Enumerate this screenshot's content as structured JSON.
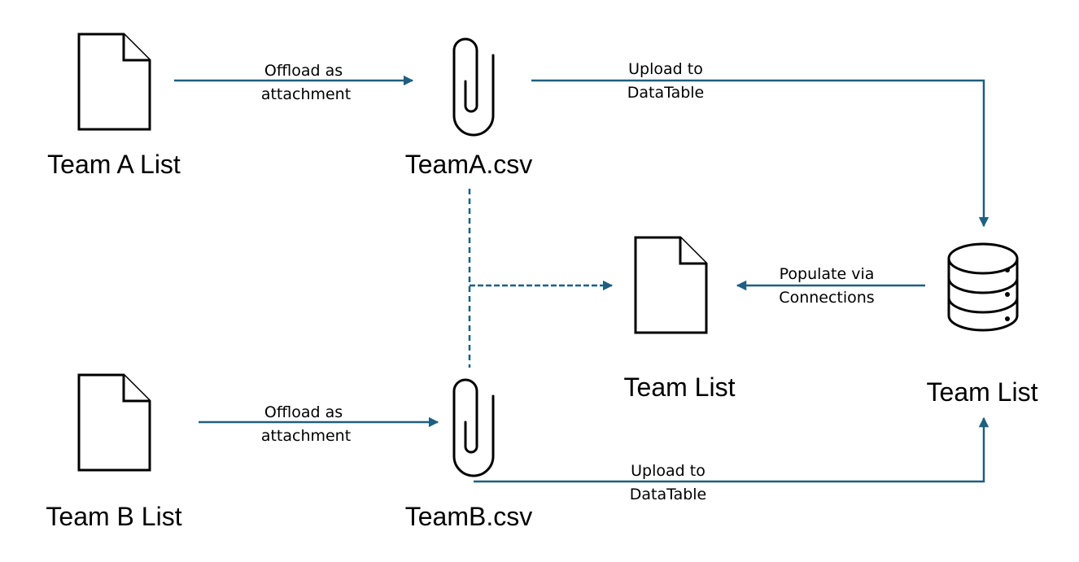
{
  "colors": {
    "connector": "#1f5f7f",
    "icon_stroke": "#000000",
    "background": "#ffffff"
  },
  "nodes": {
    "team_a_list": {
      "label": "Team A List",
      "icon": "document-icon"
    },
    "team_a_csv": {
      "label": "TeamA.csv",
      "icon": "paperclip-icon"
    },
    "team_b_list": {
      "label": "Team B List",
      "icon": "document-icon"
    },
    "team_b_csv": {
      "label": "TeamB.csv",
      "icon": "paperclip-icon"
    },
    "team_list_doc": {
      "label": "Team List",
      "icon": "document-icon"
    },
    "team_list_db": {
      "label": "Team List",
      "icon": "database-icon"
    }
  },
  "edges": {
    "offload_a": {
      "line1": "Offload as",
      "line2": "attachment"
    },
    "upload_a": {
      "line1": "Upload to",
      "line2": "DataTable"
    },
    "populate": {
      "line1": "Populate via",
      "line2": "Connections"
    },
    "offload_b": {
      "line1": "Offload as",
      "line2": "attachment"
    },
    "upload_b": {
      "line1": "Upload to",
      "line2": "DataTable"
    }
  }
}
